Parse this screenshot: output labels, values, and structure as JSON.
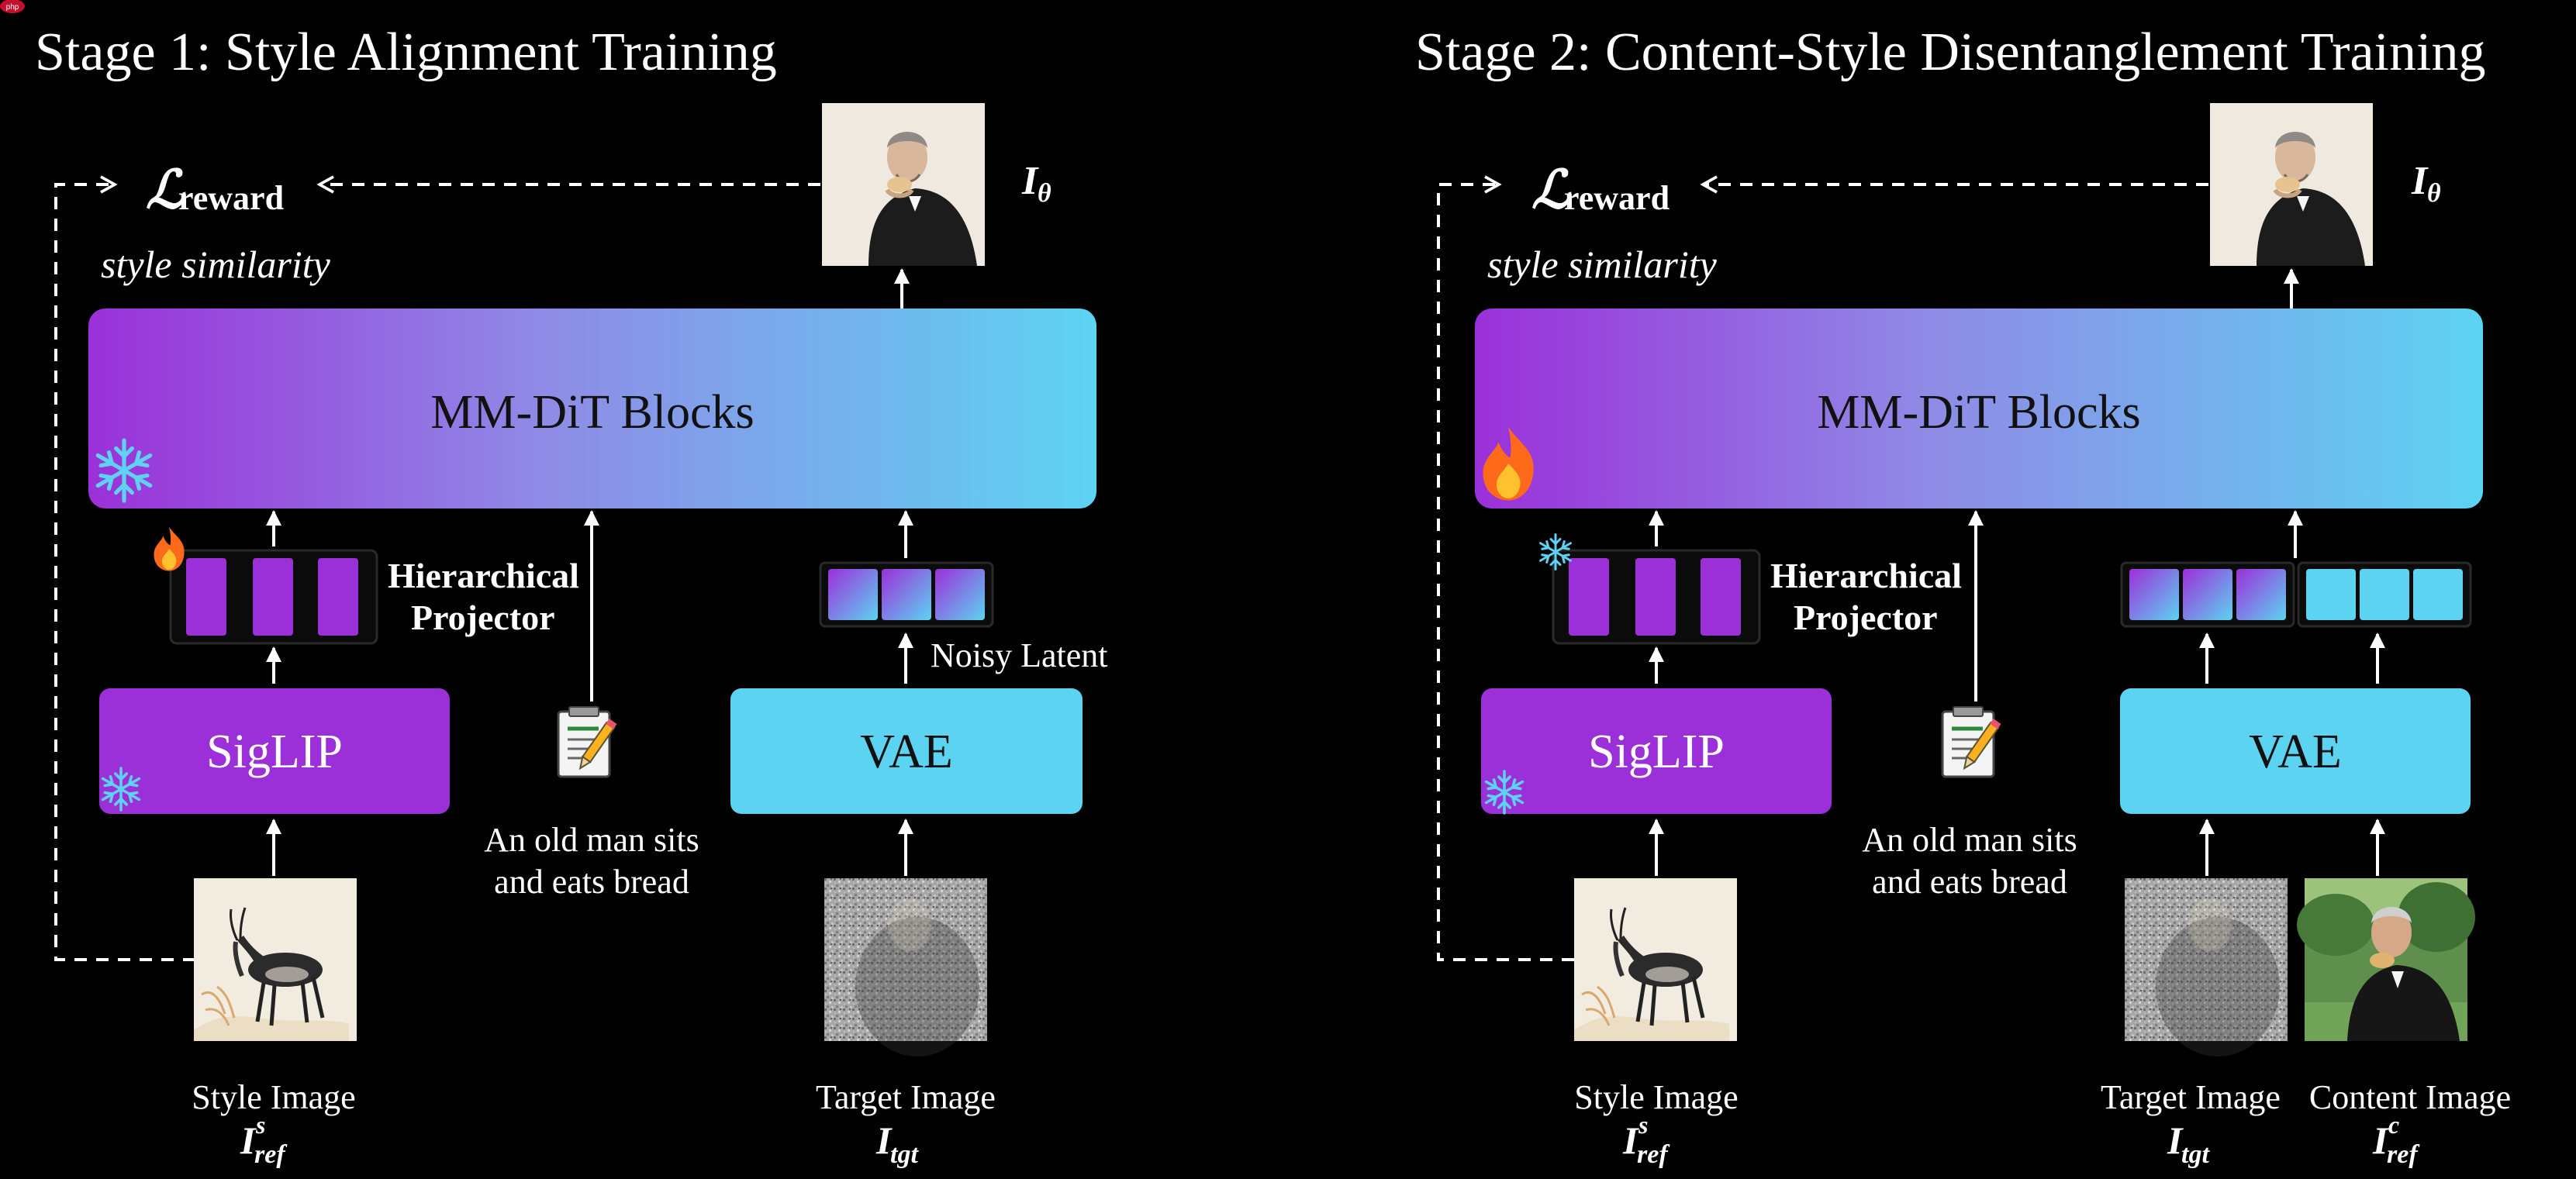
{
  "corner_badge": "php",
  "colors": {
    "background": "#000000",
    "purple": "#9b30d9",
    "purple_light": "#b15be3",
    "cyan": "#5dd3f2",
    "cyan_light": "#7ee0f7",
    "text": "#ffffff",
    "frozen_icon": "#5fd1f2",
    "trainable_icon": "#ff6a1a"
  },
  "stage1": {
    "title": "Stage 1: Style Alignment Training",
    "loss_symbol": "ℒ",
    "loss_subscript": "reward",
    "style_similarity": "style similarity",
    "output_label": "I",
    "output_sub": "θ",
    "mmdit_label": "MM-DiT Blocks",
    "mmdit_state": "frozen",
    "projector_label_line1": "Hierarchical",
    "projector_label_line2": "Projector",
    "projector_state": "trainable",
    "siglip_label": "SigLIP",
    "siglip_state": "frozen",
    "vae_label": "VAE",
    "noisy_latent": "Noisy Latent",
    "prompt_line1": "An old man sits",
    "prompt_line2": "and eats bread",
    "style_image_label": "Style Image",
    "style_image_symbol": "I",
    "style_image_sub": "ref",
    "style_image_sup": "s",
    "target_image_label": "Target Image",
    "target_image_symbol": "I",
    "target_image_sub": "tgt"
  },
  "stage2": {
    "title": "Stage 2: Content-Style Disentanglement Training",
    "loss_symbol": "ℒ",
    "loss_subscript": "reward",
    "style_similarity": "style similarity",
    "output_label": "I",
    "output_sub": "θ",
    "mmdit_label": "MM-DiT Blocks",
    "mmdit_state": "trainable",
    "projector_label_line1": "Hierarchical",
    "projector_label_line2": "Projector",
    "projector_state": "frozen",
    "siglip_label": "SigLIP",
    "siglip_state": "frozen",
    "vae_label": "VAE",
    "prompt_line1": "An old man sits",
    "prompt_line2": "and eats bread",
    "style_image_label": "Style Image",
    "style_image_symbol": "I",
    "style_image_sub": "ref",
    "style_image_sup": "s",
    "target_image_label": "Target Image",
    "target_image_symbol": "I",
    "target_image_sub": "tgt",
    "content_image_label": "Content Image",
    "content_image_symbol": "I",
    "content_image_sub": "ref",
    "content_image_sup": "c"
  }
}
